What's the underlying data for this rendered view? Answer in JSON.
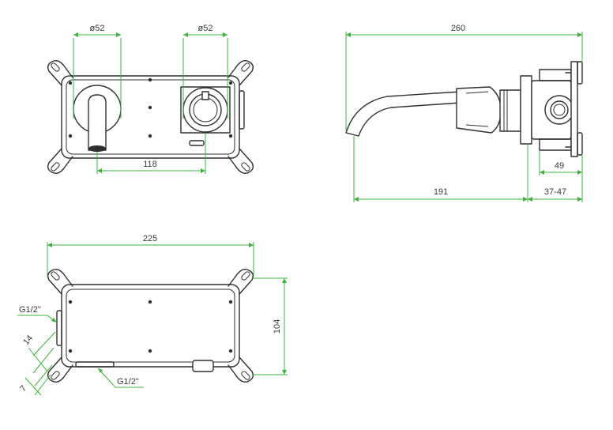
{
  "colors": {
    "dimension_line": "#3db33d",
    "outline": "#2f2f2f",
    "background": "#ffffff"
  },
  "dimensions": {
    "front_left_diameter": "ø52",
    "front_right_diameter": "ø52",
    "front_spacing": "118",
    "side_overall_length": "260",
    "side_spout_length": "191",
    "side_depth_range": "37-47",
    "side_body_depth": "49",
    "plate_width": "225",
    "plate_height": "104",
    "thread_top": "G1/2\"",
    "thread_bottom": "G1/2\"",
    "offset_14": "14",
    "offset_7": "7"
  }
}
